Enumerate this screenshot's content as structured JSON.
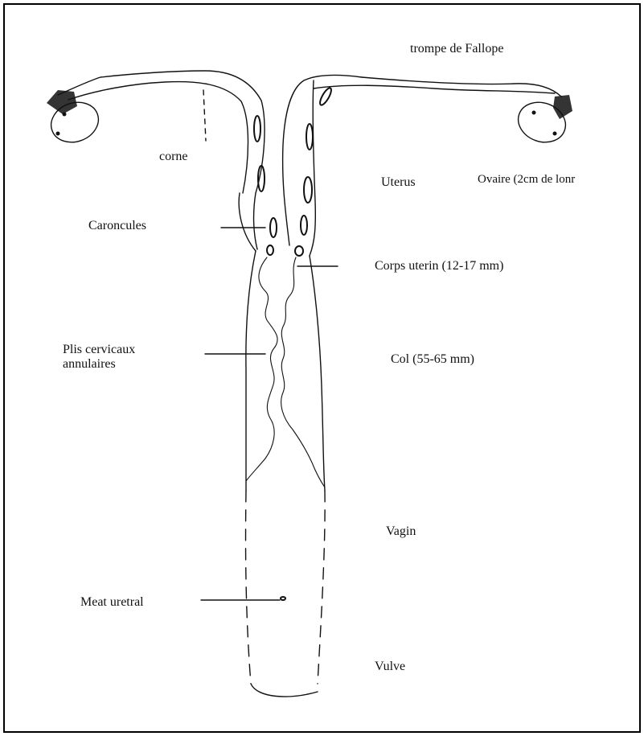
{
  "labels": {
    "trompe": "trompe de Fallope",
    "corne": "corne",
    "uterus": "Uterus",
    "ovaire": "Ovaire (2cm de lonr",
    "caroncules": "Caroncules",
    "corps": "Corps uterin (12-17 mm)",
    "plis_line1": "Plis cervicaux",
    "plis_line2": "annulaires",
    "col": "Col (55-65 mm)",
    "vagin": "Vagin",
    "meat": "Meat uretral",
    "vulve": "Vulve"
  },
  "colors": {
    "ink": "#111111",
    "background": "#ffffff",
    "frame": "#000000"
  }
}
